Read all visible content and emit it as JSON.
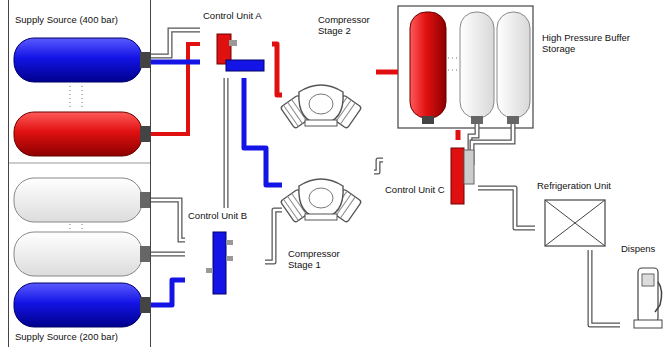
{
  "diagram": {
    "nodes": [
      {
        "text": [
          "Supply Source (400 bar)"
        ]
      },
      {
        "text": [
          "Supply Source (200 bar)"
        ]
      },
      {
        "text": [
          "Control Unit A"
        ]
      },
      {
        "text": [
          "Compressor Stage 2"
        ]
      },
      {
        "text": [
          "High Pressure Buffer Storage"
        ]
      },
      {
        "text": [
          "Control Unit B"
        ]
      },
      {
        "text": [
          "Compressor Stage 1"
        ]
      },
      {
        "text": [
          "Control Unit C"
        ]
      },
      {
        "text": [
          "Refrigeration Unit"
        ]
      },
      {
        "text": [
          "Dispens"
        ]
      }
    ],
    "edges": [
      {
        "from": 0,
        "to": 2,
        "arrow": "none"
      },
      {
        "from": 1,
        "to": 5,
        "arrow": "none"
      },
      {
        "from": 2,
        "to": 3,
        "arrow": "none"
      },
      {
        "from": 2,
        "to": 6,
        "arrow": "none"
      },
      {
        "from": 5,
        "to": 2,
        "arrow": "none"
      },
      {
        "from": 5,
        "to": 6,
        "arrow": "none"
      },
      {
        "from": 3,
        "to": 4,
        "arrow": "none"
      },
      {
        "from": 6,
        "to": 7,
        "arrow": "none"
      },
      {
        "from": 4,
        "to": 7,
        "arrow": "none"
      },
      {
        "from": 7,
        "to": 8,
        "arrow": "none"
      },
      {
        "from": 8,
        "to": 9,
        "arrow": "none"
      }
    ]
  }
}
